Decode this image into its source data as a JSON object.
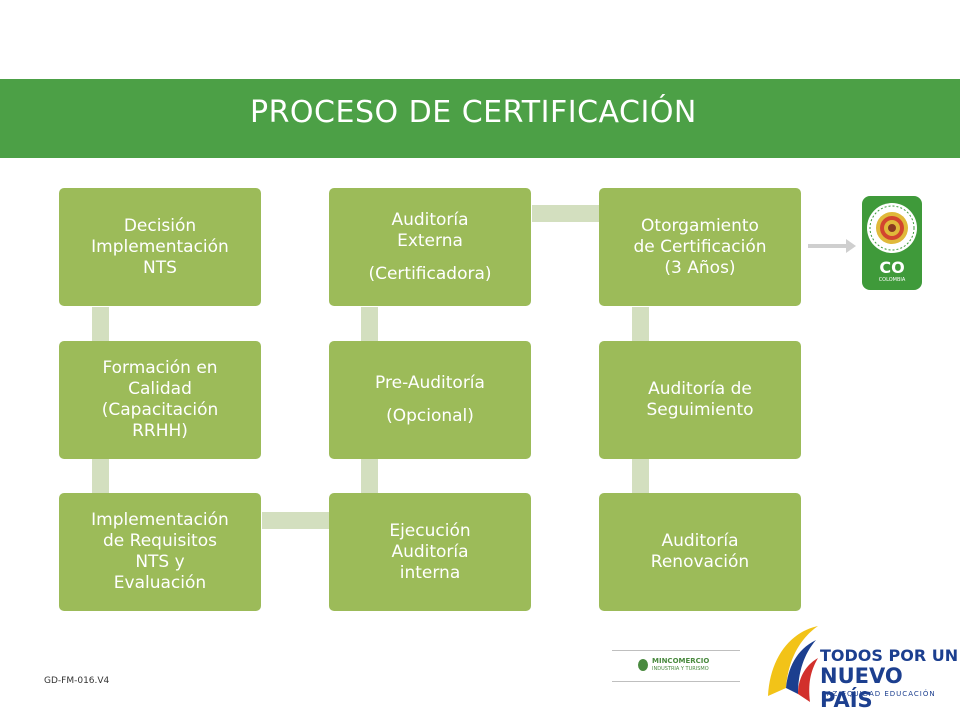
{
  "title": "PROCESO DE CERTIFICACIÓN",
  "colors": {
    "title_bar": "#4ca046",
    "box": "#9cbb59",
    "connector": "#d3dfbf"
  },
  "boxes": {
    "decision": [
      "Decisión",
      "Implementación",
      "NTS"
    ],
    "formacion": [
      "Formación en",
      "Calidad",
      "(Capacitación",
      "RRHH)"
    ],
    "implementacion": [
      "Implementación",
      "de Requisitos",
      "NTS y",
      "Evaluación"
    ],
    "ejecucion": [
      "Ejecución",
      "Auditoría",
      "interna"
    ],
    "preauditoria": [
      "Pre-Auditoría",
      "(Opcional)"
    ],
    "externa": [
      "Auditoría",
      "Externa",
      "(Certificadora)"
    ],
    "otorgamiento": [
      "Otorgamiento",
      "de Certificación",
      "(3 Años)"
    ],
    "seguimiento": [
      "Auditoría de",
      "Seguimiento"
    ],
    "renovacion": [
      "Auditoría",
      "Renovación"
    ]
  },
  "badge": {
    "icon": "colombia-co-seal-icon",
    "text": "CO",
    "subtext": "COLOMBIA"
  },
  "footer": {
    "code": "GD-FM-016.V4",
    "ministry_name": "MINCOMERCIO",
    "ministry_sub": "INDUSTRIA Y TURISMO",
    "gov_line1": "TODOS POR UN",
    "gov_line2": "NUEVO PAÍS",
    "gov_line3": "PAZ  EQUIDAD  EDUCACIÓN"
  }
}
